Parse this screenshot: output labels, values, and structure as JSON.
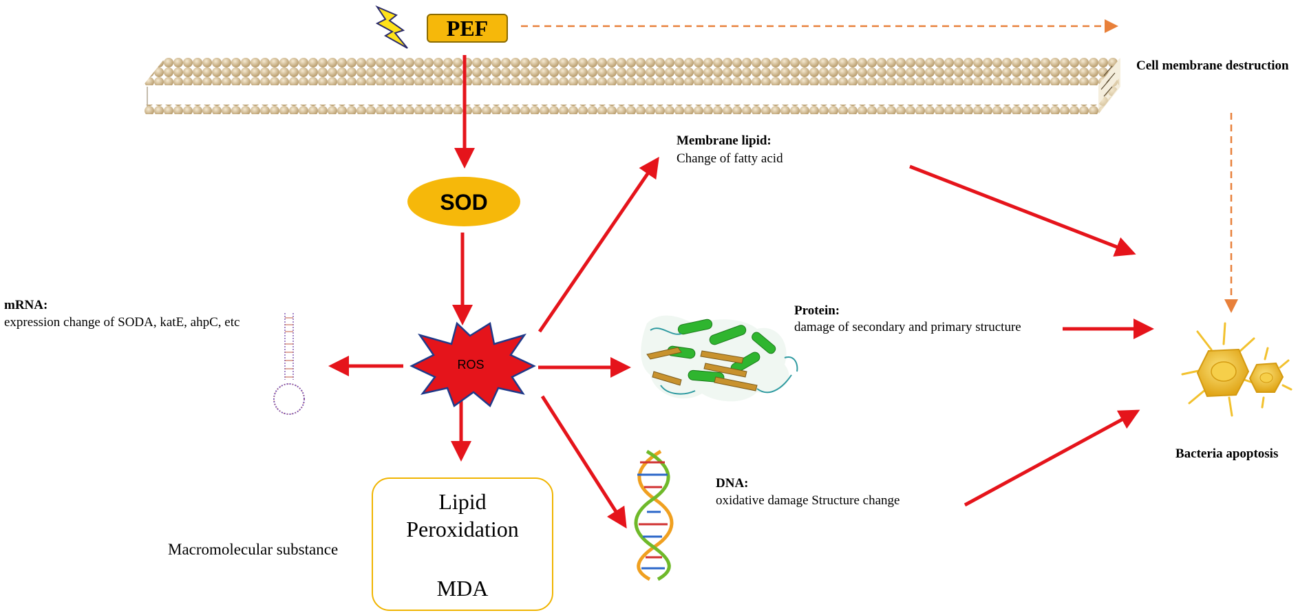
{
  "nodes": {
    "pef": "PEF",
    "sod": "SOD",
    "ros": "ROS",
    "lipid_title_line1": "Lipid",
    "lipid_title_line2": "Peroxidation",
    "mda": "MDA"
  },
  "labels": {
    "cell_membrane": "Cell membrane destruction",
    "membrane_lipid_title": "Membrane lipid:",
    "membrane_lipid_desc": "Change of fatty acid",
    "protein_title": "Protein:",
    "protein_desc": "damage of secondary and primary structure",
    "mrna_title": "mRNA:",
    "mrna_desc": "expression change of SODA, katE, ahpC, etc",
    "dna_title": "DNA:",
    "dna_desc": "oxidative damage Structure change",
    "macromolecular": "Macromolecular substance",
    "apoptosis": "Bacteria apoptosis"
  },
  "colors": {
    "arrow_red": "#e5141b",
    "arrow_orange_dashed": "#e8803a",
    "pef_fill": "#f6b80a",
    "sod_fill": "#f6b80a",
    "ros_fill": "#e5141b",
    "ros_outline": "#1f3a8a",
    "membrane_head": "#d8c4a0",
    "lipid_box_border": "#f0b400",
    "mda_arrow": "#4472c4",
    "bacteria": "#f2c12e"
  },
  "icons": [
    "lightning-icon",
    "membrane-bilayer",
    "mrna-hairpin-icon",
    "protein-structure-icon",
    "dna-helix-icon",
    "bacteria-icon"
  ]
}
